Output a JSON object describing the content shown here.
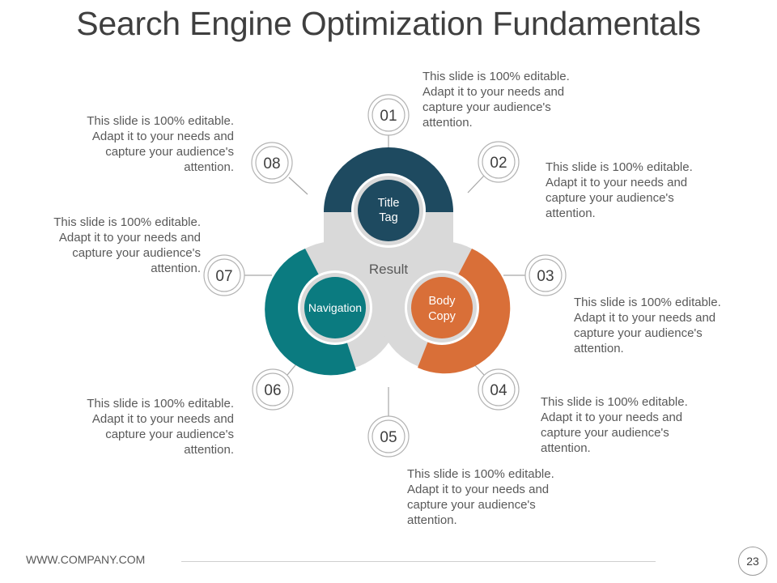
{
  "title": "Search Engine Optimization Fundamentals",
  "center": {
    "result_label": "Result",
    "top_label_line1": "Title",
    "top_label_line2": "Tag",
    "left_label": "Navigation",
    "right_label_line1": "Body",
    "right_label_line2": "Copy"
  },
  "colors": {
    "navy": "#1e4a60",
    "teal": "#0b7b80",
    "orange": "#d96f38",
    "gray": "#d9d9d9"
  },
  "markers": [
    {
      "num": "01",
      "text": "This slide is 100% editable. Adapt it to your needs and capture your audience's attention."
    },
    {
      "num": "02",
      "text": "This slide is 100% editable. Adapt it to your needs and capture your audience's attention."
    },
    {
      "num": "03",
      "text": "This slide is 100% editable. Adapt it to your needs and capture your audience's attention."
    },
    {
      "num": "04",
      "text": "This slide is 100% editable. Adapt it to your needs and capture your audience's attention."
    },
    {
      "num": "05",
      "text": "This slide is 100% editable. Adapt it to your needs and capture your audience's attention."
    },
    {
      "num": "06",
      "text": "This slide is 100% editable. Adapt it to your needs and capture your audience's attention."
    },
    {
      "num": "07",
      "text": "This slide is 100% editable. Adapt it to your needs and capture your audience's attention."
    },
    {
      "num": "08",
      "text": "This slide is 100% editable. Adapt it to your needs and capture your audience's attention."
    }
  ],
  "footer": {
    "url": "WWW.COMPANY.COM",
    "page": "23"
  }
}
